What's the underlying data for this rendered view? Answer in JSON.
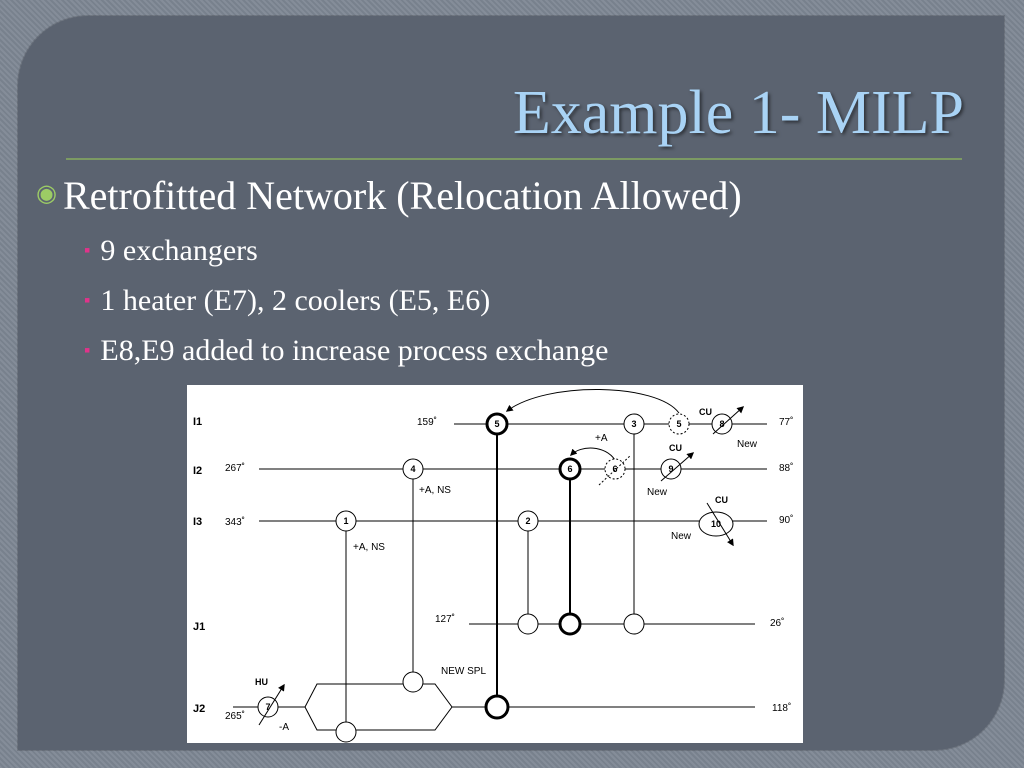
{
  "slide": {
    "title": "Example 1- MILP",
    "bullet": "Retrofitted Network (Relocation Allowed)",
    "subs": [
      "9 exchangers",
      "1 heater (E7), 2 coolers (E5, E6)",
      "E8,E9 added to increase process exchange"
    ]
  },
  "diagram": {
    "streams": {
      "I1": "I1",
      "I2": "I2",
      "I3": "I3",
      "J1": "J1",
      "J2": "J2"
    },
    "temps": {
      "i1_in": "159˚",
      "i1_out": "77˚",
      "i2_in": "267˚",
      "i2_out": "88˚",
      "i3_in": "343˚",
      "i3_out": "90˚",
      "j1_in": "127˚",
      "j1_out": "26˚",
      "j2_in": "265˚",
      "j2_out": "118˚"
    },
    "nodes": {
      "n1": "1",
      "n2": "2",
      "n3": "3",
      "n4": "4",
      "n5": "5",
      "n5d": "5",
      "n6": "6",
      "n6d": "6",
      "n7": "7",
      "n8": "8",
      "n9": "9",
      "n10": "10"
    },
    "annotations": {
      "a_plus": "+A",
      "a_ns_4": "+A, NS",
      "a_ns_1": "+A, NS",
      "minus_a": "-A",
      "new8": "New",
      "new9": "New",
      "new10": "New",
      "cu8": "CU",
      "cu9": "CU",
      "cu10": "CU",
      "hu": "HU",
      "new_spl": "NEW SPL"
    }
  }
}
